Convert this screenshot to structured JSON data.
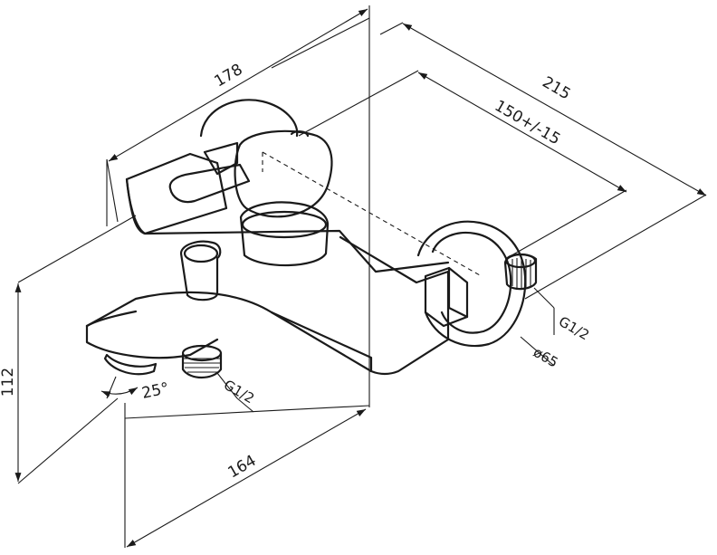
{
  "dimensions": {
    "width_top": "178",
    "depth_total": "215",
    "center_distance": "150+/-15",
    "height": "112",
    "width_bottom": "164",
    "spout_angle": "25°",
    "inlet_thread": "G1/2",
    "bottom_thread": "G1/2",
    "flange_diameter": "ø65"
  }
}
